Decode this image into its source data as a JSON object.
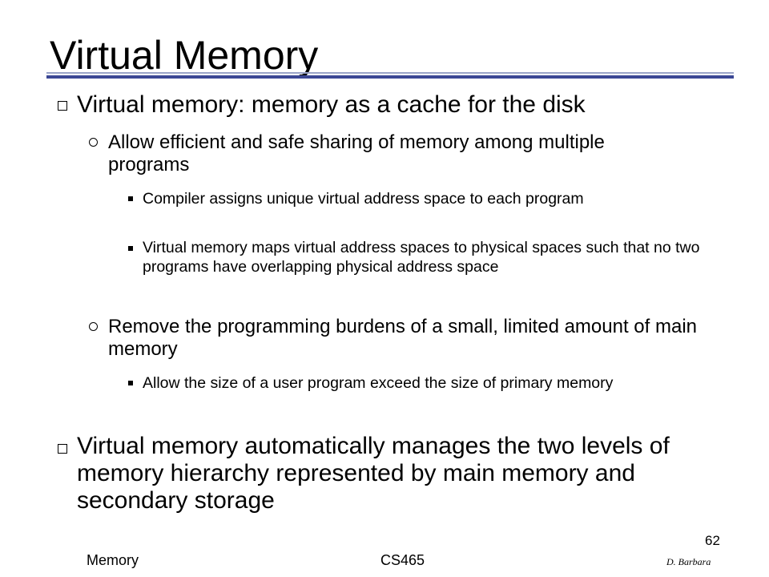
{
  "slide": {
    "title": "Virtual Memory",
    "bullets": [
      {
        "text": "Virtual memory: memory as a cache for the disk"
      },
      {
        "text": "Allow efficient and safe sharing of memory among multiple programs"
      },
      {
        "text": "Compiler assigns unique virtual address space to each program"
      },
      {
        "text": "Virtual memory maps virtual address spaces to physical spaces such that no two programs have overlapping physical address space"
      },
      {
        "text": "Remove the programming burdens of a small, limited amount of main memory"
      },
      {
        "text": "Allow the size of a user program exceed the size of primary memory"
      },
      {
        "text": "Virtual memory automatically manages the two levels of memory hierarchy represented by main memory and secondary storage"
      }
    ]
  },
  "footer": {
    "left": "Memory",
    "center": "CS465",
    "page_number": "62",
    "author": "D. Barbara"
  },
  "colors": {
    "title_rule": "#3b4795",
    "title_rule_light": "#9aa4c8"
  }
}
